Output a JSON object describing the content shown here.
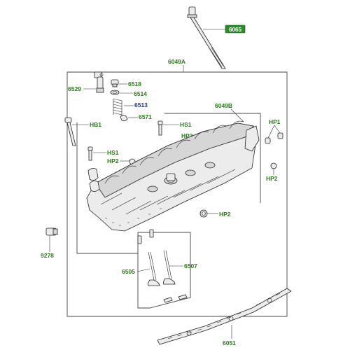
{
  "callouts": {
    "bolt_badge": "6065",
    "head_assembly": "6049A",
    "head_casting": "6049B",
    "p6529": "6529",
    "p6518": "6518",
    "p6514": "6514",
    "p6513": "6513",
    "p6571": "6571",
    "hb1": "HB1",
    "hs1_top": "HS1",
    "hp3": "HP3",
    "hs1_left": "HS1",
    "hp2_left": "HP2",
    "hp1": "HP1",
    "hp2_right": "HP2",
    "hp2_bottom": "HP2",
    "p9278": "9278",
    "p6505": "6505",
    "p6507": "6507",
    "p6051": "6051"
  },
  "colors": {
    "label_green": "#2a7a1a",
    "label_blue": "#1f2fb0",
    "badge_green": "#2e8b2e"
  }
}
